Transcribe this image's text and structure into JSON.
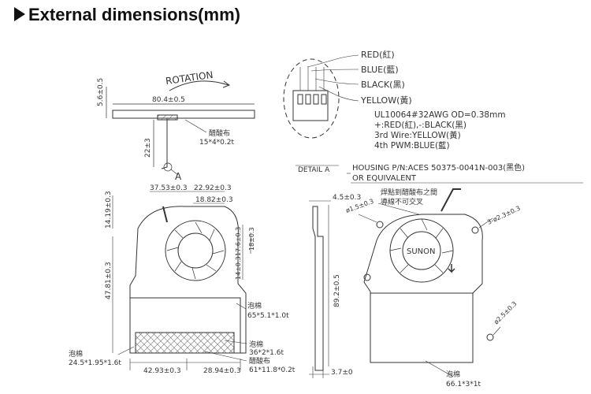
{
  "title": "External dimensions(mm)",
  "wire_colors": {
    "red": "RED(紅)",
    "blue": "BLUE(藍)",
    "black": "BLACK(黑)",
    "yellow": "YELLOW(黃)"
  },
  "wire_spec": {
    "awg": "UL10064#32AWG  OD=0.38mm",
    "polarity": "+:RED(紅),-:BLACK(黑)",
    "third_wire": "3rd  Wire:YELLOW(黃)",
    "fourth_wire": "4th  PWM:BLUE(藍)"
  },
  "housing": {
    "part_number": "HOUSING P/N:ACES 50375-0041N-003(黑色)",
    "equivalent": "OR EQUIVALENT"
  },
  "detail_label": "DETAIL A",
  "detail_marker": "A",
  "rotation_label": "ROTATION",
  "brand": "SUNON",
  "side_view": {
    "thickness": "5.6±0.5",
    "width": "80.4±0.5",
    "cable_length": "22±3",
    "tape": "醋酸布",
    "tape_size": "15*4*0.2t"
  },
  "front_view": {
    "dim_top_left": "37.53±0.3",
    "dim_top_right": "22.92±0.3",
    "dim_inner": "18.82±0.3",
    "dim_height_top": "14.19±0.3",
    "dim_vertical_1": "17.6±0.3",
    "dim_vertical_2": "18±0.3",
    "dim_vertical_3": "14±0.3",
    "dim_center_height": "47.81±0.3",
    "foam_right": "泡棉",
    "foam_right_size": "65*5.1*1.0t",
    "foam_inner": "泡棉",
    "foam_inner_size": "36*2*1.6t",
    "tape_inner": "醋酸布",
    "tape_inner_size": "61*11.8*0.2t",
    "foam_left": "泡棉",
    "foam_left_size": "24.5*1.95*1.6t",
    "dim_bottom_left": "42.93±0.3",
    "dim_bottom_right": "28.94±0.3"
  },
  "profile_view": {
    "offset": "4.5±0.3",
    "height": "89.2±0.5",
    "bottom": "3.7±0"
  },
  "back_view": {
    "note_line1": "焊點到醋酸布之間",
    "note_line2": "導線不可交叉",
    "hole_small": "ø1.5±0.3",
    "holes": "3-ø2.3±0.3",
    "hole_right": "ø2.5±0.3",
    "foam": "泡棉",
    "foam_size": "66.1*3*1t"
  }
}
